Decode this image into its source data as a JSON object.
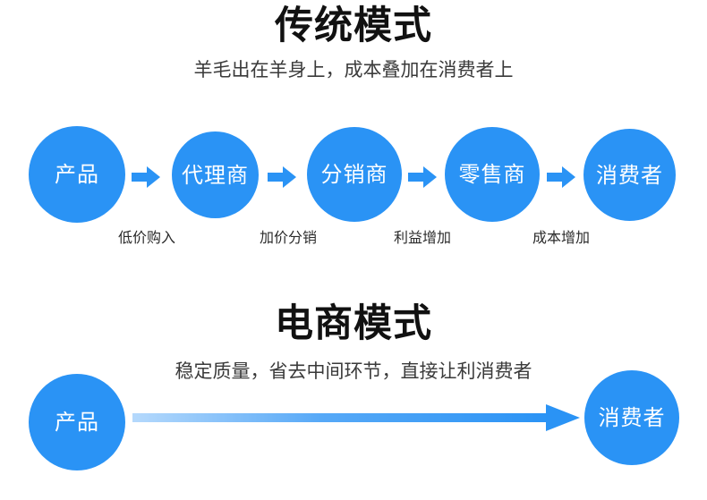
{
  "colors": {
    "brand_blue": "#2a93f5",
    "gradient_start": "#b5d9fc",
    "gradient_end": "#2a93f5",
    "title_color": "#111111",
    "subtitle_color": "#3a3a3a",
    "background": "#ffffff"
  },
  "traditional": {
    "title": "传统模式",
    "subtitle": "羊毛出在羊身上，成本叠加在消费者上",
    "nodes": [
      {
        "label": "产品"
      },
      {
        "label": "代理商"
      },
      {
        "label": "分销商"
      },
      {
        "label": "零售商"
      },
      {
        "label": "消费者"
      }
    ],
    "stage_labels": [
      {
        "label": "低价购入"
      },
      {
        "label": "加价分销"
      },
      {
        "label": "利益增加"
      },
      {
        "label": "成本增加"
      }
    ],
    "arrow_icon": "arrow-right-icon",
    "arrow_count": 4
  },
  "ecommerce": {
    "title": "电商模式",
    "subtitle": "稳定质量，省去中间环节，直接让利消费者",
    "nodes": [
      {
        "label": "产品"
      },
      {
        "label": "消费者"
      }
    ],
    "arrow_icon": "long-arrow-right-icon"
  }
}
